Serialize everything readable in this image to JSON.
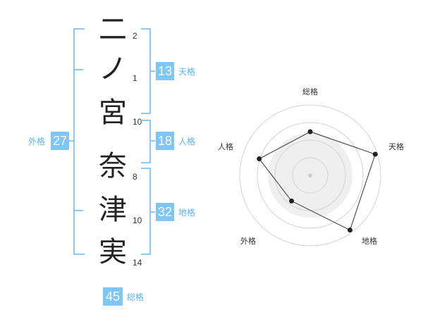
{
  "name": {
    "chars": [
      {
        "char": "二",
        "strokes": "2"
      },
      {
        "char": "ノ",
        "strokes": "1"
      },
      {
        "char": "宮",
        "strokes": "10"
      },
      {
        "char": "奈",
        "strokes": "8"
      },
      {
        "char": "津",
        "strokes": "10"
      },
      {
        "char": "実",
        "strokes": "14"
      }
    ]
  },
  "kaku": {
    "tenkaku": {
      "value": "13",
      "label": "天格"
    },
    "jinkaku": {
      "value": "18",
      "label": "人格"
    },
    "chikaku": {
      "value": "32",
      "label": "地格"
    },
    "gaikaku": {
      "value": "27",
      "label": "外格"
    },
    "soukaku": {
      "value": "45",
      "label": "総格"
    }
  },
  "colors": {
    "bracket": "#8cc8ef",
    "box": "#7ec6f5",
    "label": "#56b6f0"
  },
  "chart_data": {
    "type": "radar",
    "axes": [
      "総格",
      "天格",
      "地格",
      "外格",
      "人格"
    ],
    "values": [
      0.62,
      0.97,
      0.96,
      0.45,
      0.76
    ],
    "range": [
      0,
      1
    ],
    "rings": 4
  }
}
